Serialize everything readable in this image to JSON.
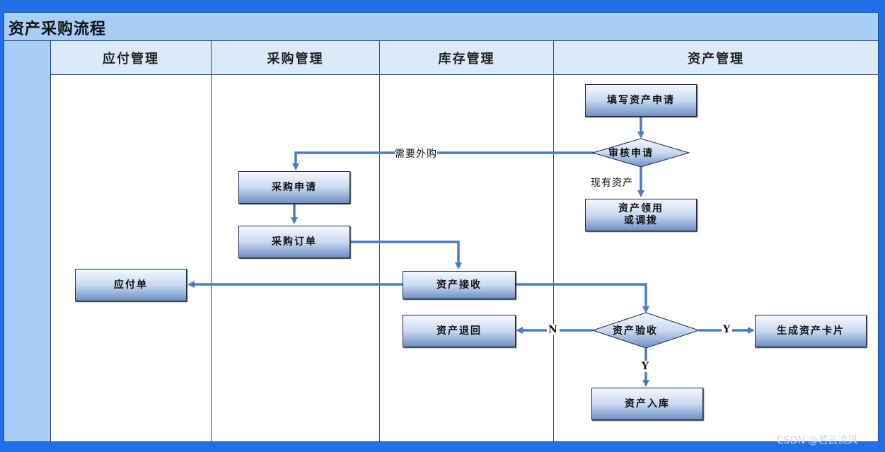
{
  "title": "资产采购流程",
  "lanes": [
    "应付管理",
    "采购管理",
    "库存管理",
    "资产管理"
  ],
  "nodes": {
    "fill_request": "填写资产申请",
    "review": "审核申请",
    "use_or_transfer_line1": "资产领用",
    "use_or_transfer_line2": "或调拨",
    "purchase_request": "采购申请",
    "purchase_order": "采购订单",
    "asset_receive": "资产接收",
    "payable": "应付单",
    "asset_return": "资产退回",
    "asset_inspect": "资产验收",
    "asset_card": "生成资产卡片",
    "asset_store": "资产入库"
  },
  "labels": {
    "need_external": "需要外购",
    "existing_asset": "现有资产",
    "no": "N",
    "yes_right": "Y",
    "yes_down": "Y"
  },
  "watermark": "CSDN @若云流风",
  "colors": {
    "background": "#1f6fe6",
    "title_bar": "#a8cef8",
    "lane_header": "#dce9f9",
    "arrow": "#4a7cc4"
  }
}
